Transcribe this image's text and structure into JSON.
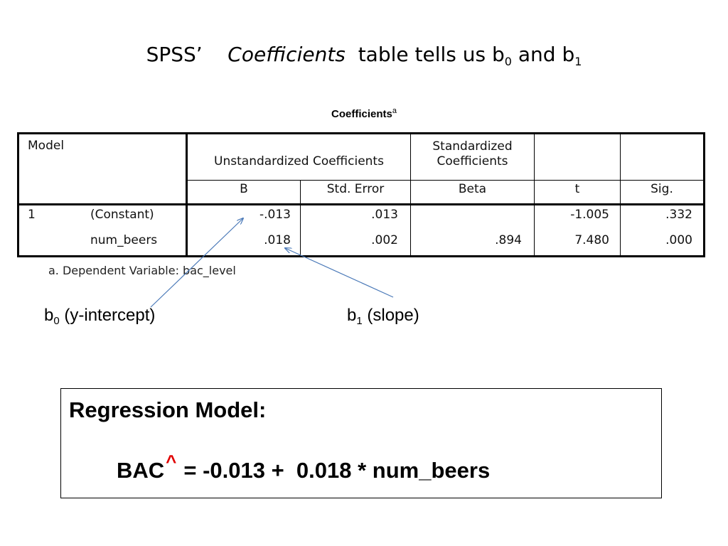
{
  "title": {
    "prefix": "SPSS’",
    "emphasis": "Coefficients",
    "middle": "table tells us b",
    "sub0": "0",
    "and": " and b",
    "sub1": "1"
  },
  "table": {
    "caption": "Coefficients",
    "caption_marker": "a",
    "headers": {
      "model": "Model",
      "unstandardized": "Unstandardized Coefficients",
      "standardized_line1": "Standardized",
      "standardized_line2": "Coefficients",
      "b": "B",
      "std_error": "Std. Error",
      "beta": "Beta",
      "t": "t",
      "sig": "Sig."
    },
    "model_number": "1",
    "rows": [
      {
        "name": "(Constant)",
        "b": "-.013",
        "std_error": ".013",
        "beta": "",
        "t": "-1.005",
        "sig": ".332"
      },
      {
        "name": "num_beers",
        "b": ".018",
        "std_error": ".002",
        "beta": ".894",
        "t": "7.480",
        "sig": ".000"
      }
    ],
    "footnote": "a. Dependent Variable: bac_level"
  },
  "labels": {
    "b0_prefix": "b",
    "b0_sub": "0",
    "b0_text": " (y-intercept)",
    "b1_prefix": "b",
    "b1_sub": "1",
    "b1_text": " (slope)"
  },
  "model_box": {
    "heading": "Regression Model:",
    "lhs": "BAC",
    "hat": "^",
    "rhs": "= -0.013 +  0.018 * num_beers"
  },
  "colors": {
    "arrow": "#4a79b8",
    "hat": "#e00000"
  }
}
